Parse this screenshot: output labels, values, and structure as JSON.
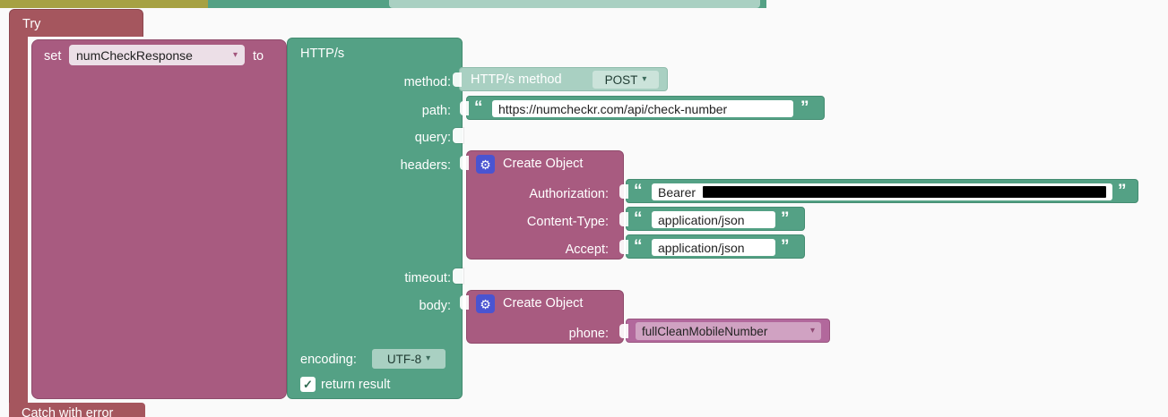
{
  "colors": {
    "workspace-bg": "#fafafa",
    "maroon": "#a5565e",
    "maroon-border": "#8c464e",
    "mauve": "#a85b80",
    "mauve-border": "#8f4b6b",
    "teal": "#54a185",
    "teal-border": "#448c71",
    "pale-green": "#a9d0c2",
    "pale-green-border": "#8fbcab",
    "pale-chip": "#cbe3da",
    "gear-blue": "#4a54d1",
    "pink-var": "#b2689c",
    "pink-var-border": "#98547f",
    "pink-var-field": "#d0a2c2",
    "olive": "#a6a143",
    "field-bg": "#ffffff",
    "set-field-bg": "#ecdfe7",
    "redaction": "#000000"
  },
  "glyphs": {
    "open_quote": "“",
    "close_quote": "”",
    "dropdown_caret": "▾",
    "check": "✓",
    "gear": "⚙"
  },
  "try_block": {
    "label": "Try",
    "catch_label": "Catch with error"
  },
  "set_block": {
    "keyword_set": "set",
    "variable": "numCheckResponse",
    "keyword_to": "to"
  },
  "http_block": {
    "title": "HTTP/s",
    "labels": {
      "method": "method:",
      "path": "path:",
      "query": "query:",
      "headers": "headers:",
      "timeout": "timeout:",
      "body": "body:",
      "encoding": "encoding:"
    },
    "encoding_value": "UTF-8",
    "return_result_label": "return result",
    "return_result_checked": true,
    "method_value": {
      "label": "HTTP/s method",
      "selected": "POST"
    },
    "path_value": "https://numcheckr.com/api/check-number",
    "headers_object": {
      "title": "Create Object",
      "entries": [
        {
          "key": "Authorization:",
          "value_visible": "Bearer",
          "redacted": true
        },
        {
          "key": "Content-Type:",
          "value": "application/json"
        },
        {
          "key": "Accept:",
          "value": "application/json"
        }
      ]
    },
    "body_object": {
      "title": "Create Object",
      "entries": [
        {
          "key": "phone:",
          "variable": "fullCleanMobileNumber"
        }
      ]
    }
  }
}
